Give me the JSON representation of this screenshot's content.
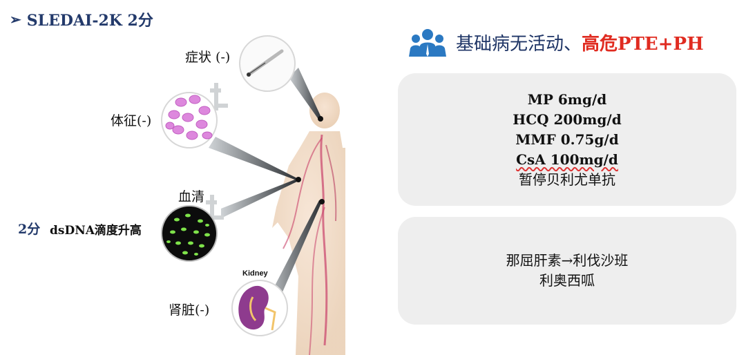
{
  "title": {
    "arrow": "➢",
    "text": "SLEDAI-2K 2分"
  },
  "left": {
    "symptom_label": "症状 (-)",
    "sign_label": "体征(-)",
    "serum_label": "血清",
    "score_label": "2分",
    "dsdna_label": "dsDNA滴度升高",
    "kidney_text": "Kidney",
    "kidney_label": "肾脏(-)"
  },
  "right": {
    "header_main": "基础病无活动、",
    "header_red": "高危PTE+PH",
    "box1": {
      "lines": [
        "MP 6mg/d",
        "HCQ 200mg/d",
        "MMF 0.75g/d",
        "CsA 100mg/d",
        "暂停贝利尤单抗"
      ]
    },
    "box2": {
      "lines": [
        "那屈肝素→利伐沙班",
        "利奥西呱"
      ]
    }
  },
  "colors": {
    "title": "#233a6b",
    "red": "#e02b20",
    "box": "#eeeeee",
    "icon": "#2b79c2"
  }
}
